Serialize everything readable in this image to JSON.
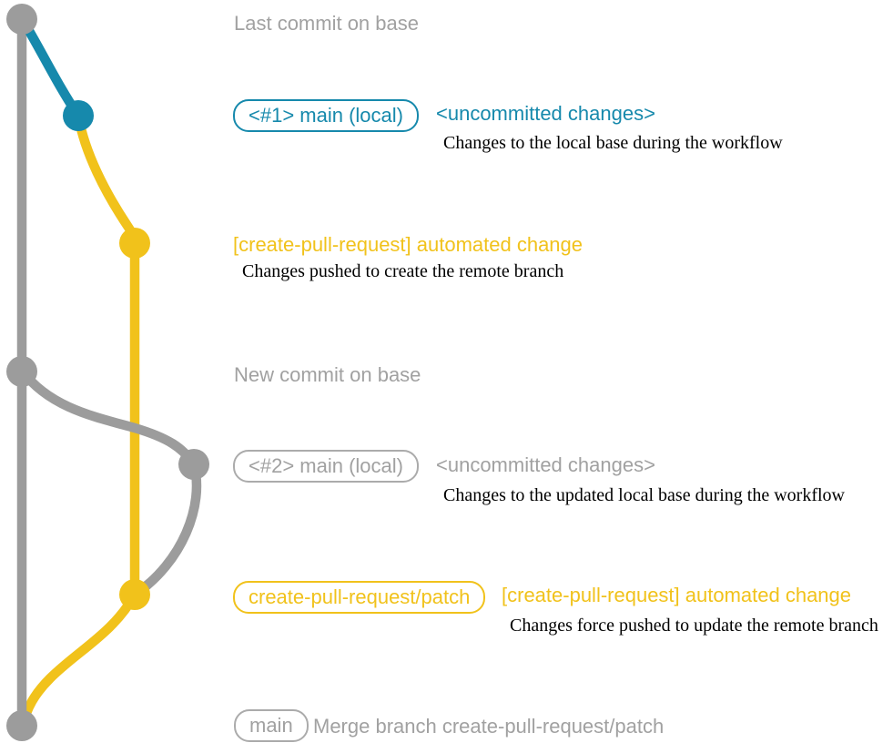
{
  "colors": {
    "teal": "#1689ac",
    "yellow": "#f1c21b",
    "gray": "#9c9c9c",
    "gray_text": "#a1a1a1",
    "desc_text": "#000000"
  },
  "rows": {
    "last_commit": {
      "label": "Last commit on base"
    },
    "local_main_1": {
      "badge": "<#1> main (local)",
      "title": "<uncommitted changes>",
      "desc": "Changes to the local base during the workflow"
    },
    "automated_change_1": {
      "title": "[create-pull-request] automated change",
      "desc": "Changes pushed to create the remote branch"
    },
    "new_commit": {
      "label": "New commit on base"
    },
    "local_main_2": {
      "badge": "<#2> main (local)",
      "title": "<uncommitted changes>",
      "desc": "Changes to the updated local base during the workflow"
    },
    "patch_branch": {
      "badge": "create-pull-request/patch",
      "title": "[create-pull-request] automated change",
      "desc": "Changes force pushed to update the remote branch"
    },
    "merge_commit": {
      "badge": "main",
      "label": "Merge branch create-pull-request/patch"
    }
  },
  "graph": {
    "commit_dots": [
      {
        "id": "base-head",
        "color": "gray"
      },
      {
        "id": "local-main-1",
        "color": "teal"
      },
      {
        "id": "automated-change-1",
        "color": "yellow"
      },
      {
        "id": "new-base-commit",
        "color": "gray"
      },
      {
        "id": "local-main-2",
        "color": "gray"
      },
      {
        "id": "automated-change-2",
        "color": "yellow"
      },
      {
        "id": "merge-commit",
        "color": "gray"
      }
    ]
  }
}
